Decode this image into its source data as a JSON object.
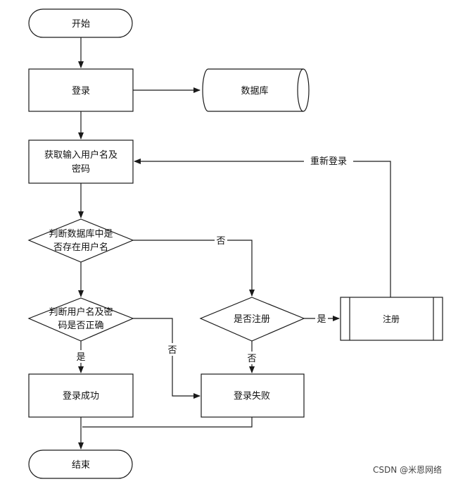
{
  "diagram": {
    "nodes": {
      "start": "开始",
      "login": "登录",
      "database": "数据库",
      "get_input_line1": "获取输入用户名及",
      "get_input_line2": "密码",
      "check_user_line1": "判断数据库中是",
      "check_user_line2": "否存在用户名",
      "check_pwd_line1": "判断用户名及密",
      "check_pwd_line2": "码是否正确",
      "is_registered": "是否注册",
      "register": "注册",
      "login_success": "登录成功",
      "login_fail": "登录失败",
      "end": "结束"
    },
    "edges": {
      "relogin": "重新登录",
      "no_user": "否",
      "no_pwd": "否",
      "yes_pwd": "是",
      "yes_register": "是",
      "no_register": "否"
    }
  },
  "watermark": "CSDN @米恩网络"
}
